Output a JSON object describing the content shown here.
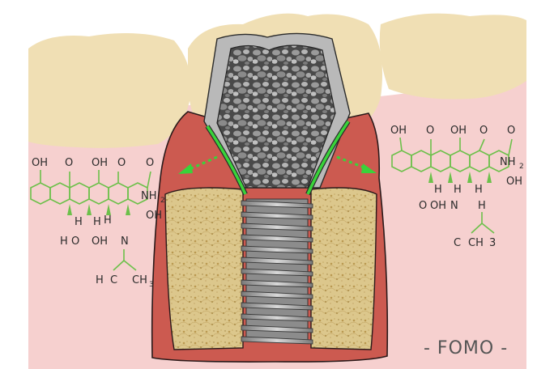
{
  "signature": "- FOMO -",
  "left_molecule": {
    "labels": [
      "OH",
      "O",
      "OH",
      "O",
      "O",
      "NH",
      "2",
      "OH",
      "H",
      "H",
      "H",
      "H",
      "O",
      "OH",
      "N",
      "H",
      "C",
      "CH",
      "3"
    ]
  },
  "right_molecule": {
    "labels": [
      "OH",
      "O",
      "OH",
      "O",
      "O",
      "NH",
      "2",
      "OH",
      "H",
      "H",
      "H",
      "O",
      "OH",
      "N",
      "H",
      "C",
      "CH",
      "3"
    ]
  },
  "colors": {
    "background_gum": "#f5cfcf",
    "tooth": "#f0dfb4",
    "gingiva": "#cc5a50",
    "bone": "#d9c58a",
    "implant": "#9e9e9e",
    "graft_surface": "#6f6f6f",
    "release_arrow": "#39d33a",
    "molecule_bonds": "#6cc04a"
  },
  "icons": [
    "left-release-arrow-icon",
    "right-release-arrow-icon",
    "implant-thread-icon"
  ]
}
